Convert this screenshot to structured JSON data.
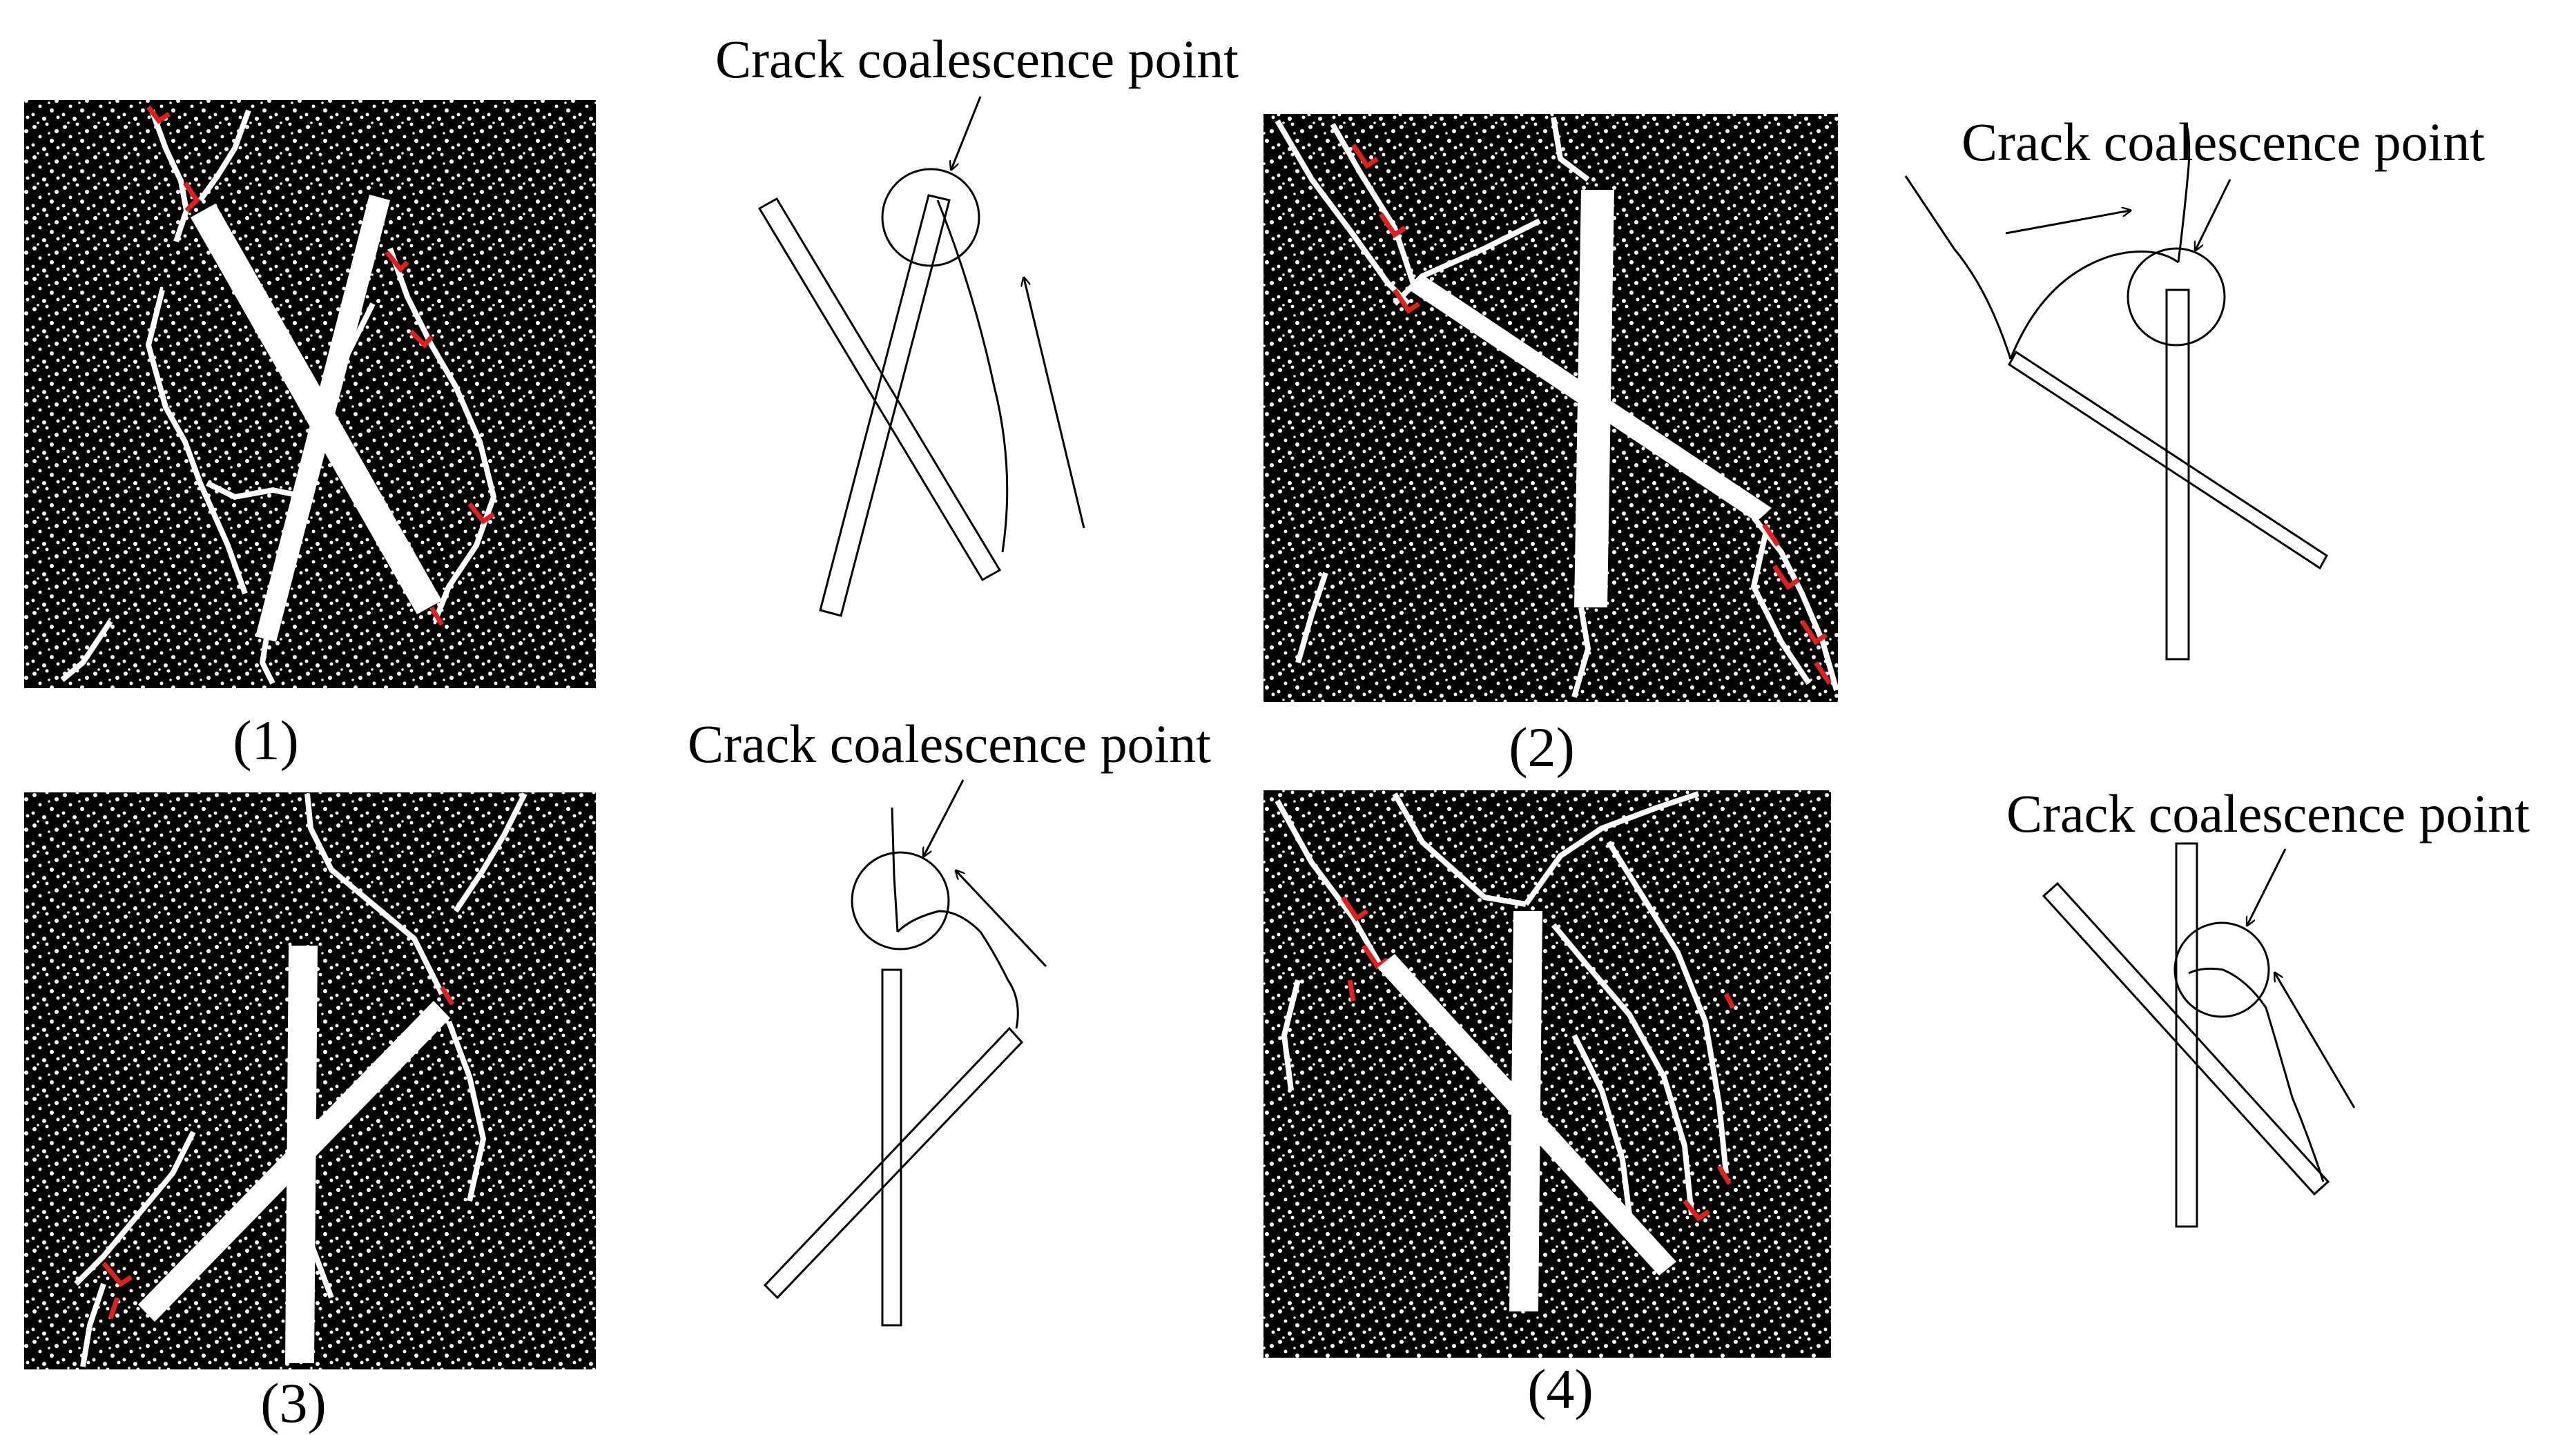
{
  "figure": {
    "panels": [
      {
        "id": "1",
        "caption": "(1)",
        "callout": "Crack coalescence point"
      },
      {
        "id": "2",
        "caption": "(2)",
        "callout": "Crack coalescence point"
      },
      {
        "id": "3",
        "caption": "(3)",
        "callout": "Crack coalescence point"
      },
      {
        "id": "4",
        "caption": "(4)",
        "callout": "Crack coalescence point"
      }
    ],
    "colors": {
      "simulation_background": "#000000",
      "particle": "#ffffff",
      "tensile_crack": "#ffffff",
      "shear_crack": "#e0201c",
      "sketch_line": "#000000"
    }
  }
}
